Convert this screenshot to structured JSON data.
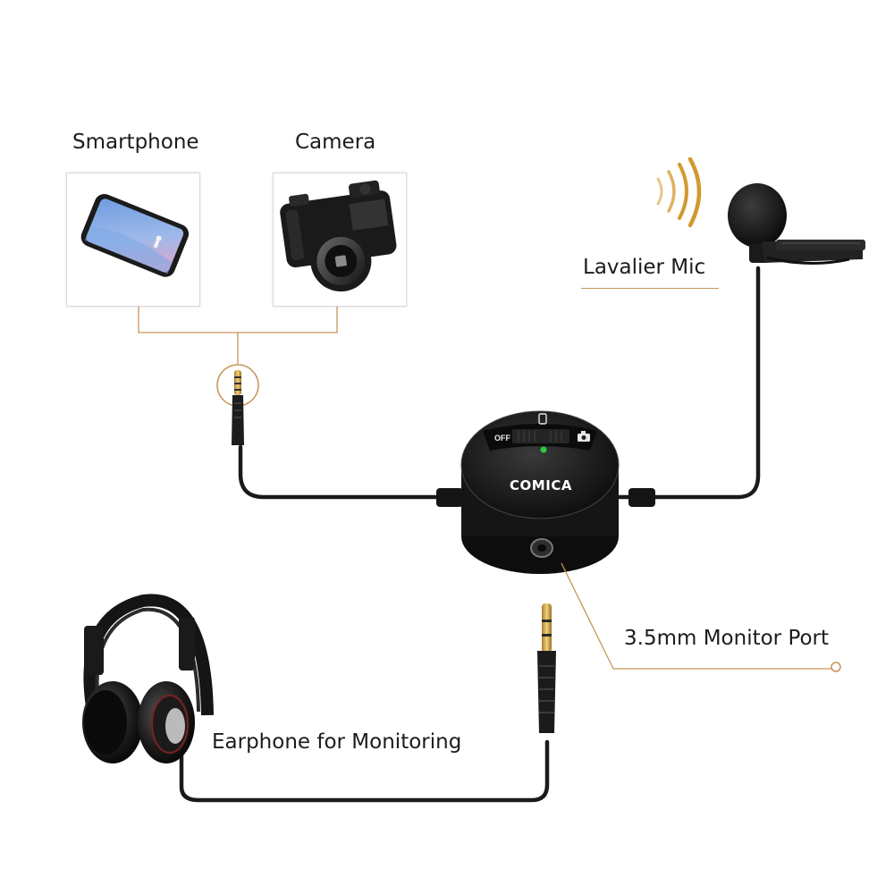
{
  "labels": {
    "smartphone": "Smartphone",
    "camera": "Camera",
    "lavalier_mic": "Lavalier Mic",
    "monitor_port": "3.5mm Monitor Port",
    "earphone": "Earphone for Monitoring"
  },
  "device": {
    "brand": "COMICA",
    "switch_off": "OFF"
  },
  "colors": {
    "accent": "#c9955a",
    "cable": "#1a1a1a",
    "device_body": "#1e1e1e",
    "led": "#2ecc40",
    "text": "#1c1c1c"
  },
  "icons": {
    "smartphone": "smartphone-icon",
    "camera": "camera-icon",
    "mic": "lavalier-mic-icon",
    "headphones": "headphones-icon",
    "sound": "sound-waves-icon"
  }
}
